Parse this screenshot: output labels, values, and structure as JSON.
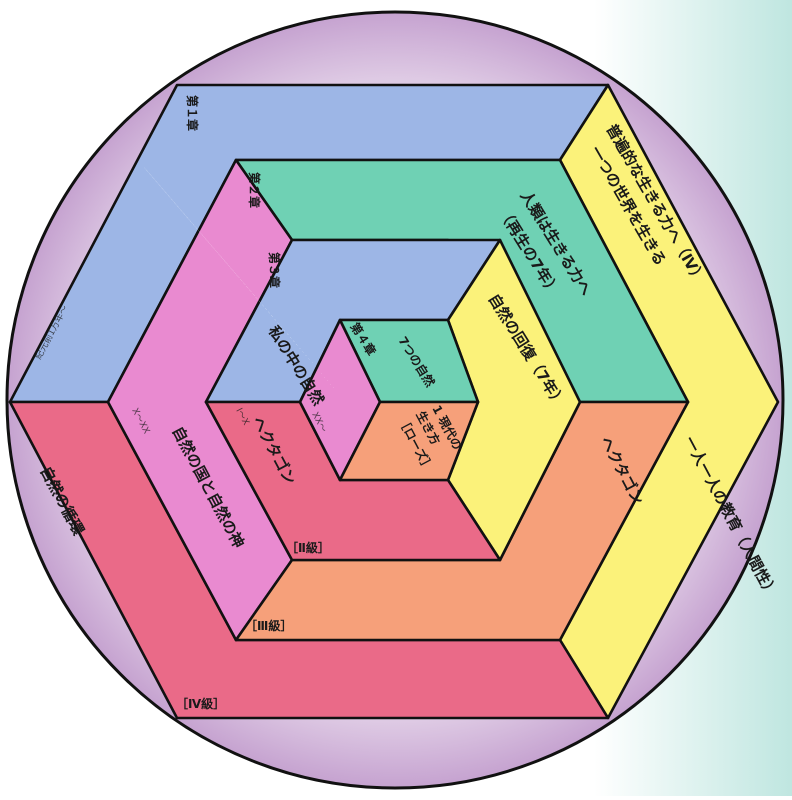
{
  "colors": {
    "background_teal": "#bfe6e0",
    "circle": "#b78bc4",
    "blue": "#9db6e6",
    "green": "#6fd1b4",
    "yellow": "#fbf27a",
    "orange": "#f6a07a",
    "red": "#ea6a88",
    "pink": "#e98ad0",
    "center": "#ffffff"
  },
  "outer_ring": {
    "level_label": "第１章",
    "year_range": "紀元前1万年〜",
    "top_text_line1": "普遍的な生きる力へ（Ⅳ）",
    "top_text_line2": "一つの世界を生きる",
    "right_text": "一人一人の教育（人間性）",
    "left_text": "自然の循環",
    "bottom_tag": "［Ⅳ級］"
  },
  "ring_2": {
    "level_label": "第２章",
    "year_range": "Ⅹ〜ⅩⅩ",
    "top_text_line1": "人類は生きる力へ",
    "top_text_line2": "（再生の7年）",
    "right_text": "ヘクタゴン",
    "left_text": "自然の国と自然の神",
    "bottom_tag": "［Ⅲ級］"
  },
  "ring_3": {
    "level_label": "第３章",
    "year_range": "Ⅰ〜Ⅹ",
    "top_text": "自然の回復（7年）",
    "right_text": "",
    "left_text_line1": "ヘクタゴン",
    "left_text_line2": "私の中の自然",
    "bottom_tag": "［Ⅱ級］"
  },
  "core": {
    "level_label": "第４章",
    "top_text": "7つの自然",
    "right_text_line1": "1 現代の",
    "right_text_line2": "生き方",
    "right_text_line3": "［ローズ］",
    "left_text": "ⅩⅩ〜"
  }
}
